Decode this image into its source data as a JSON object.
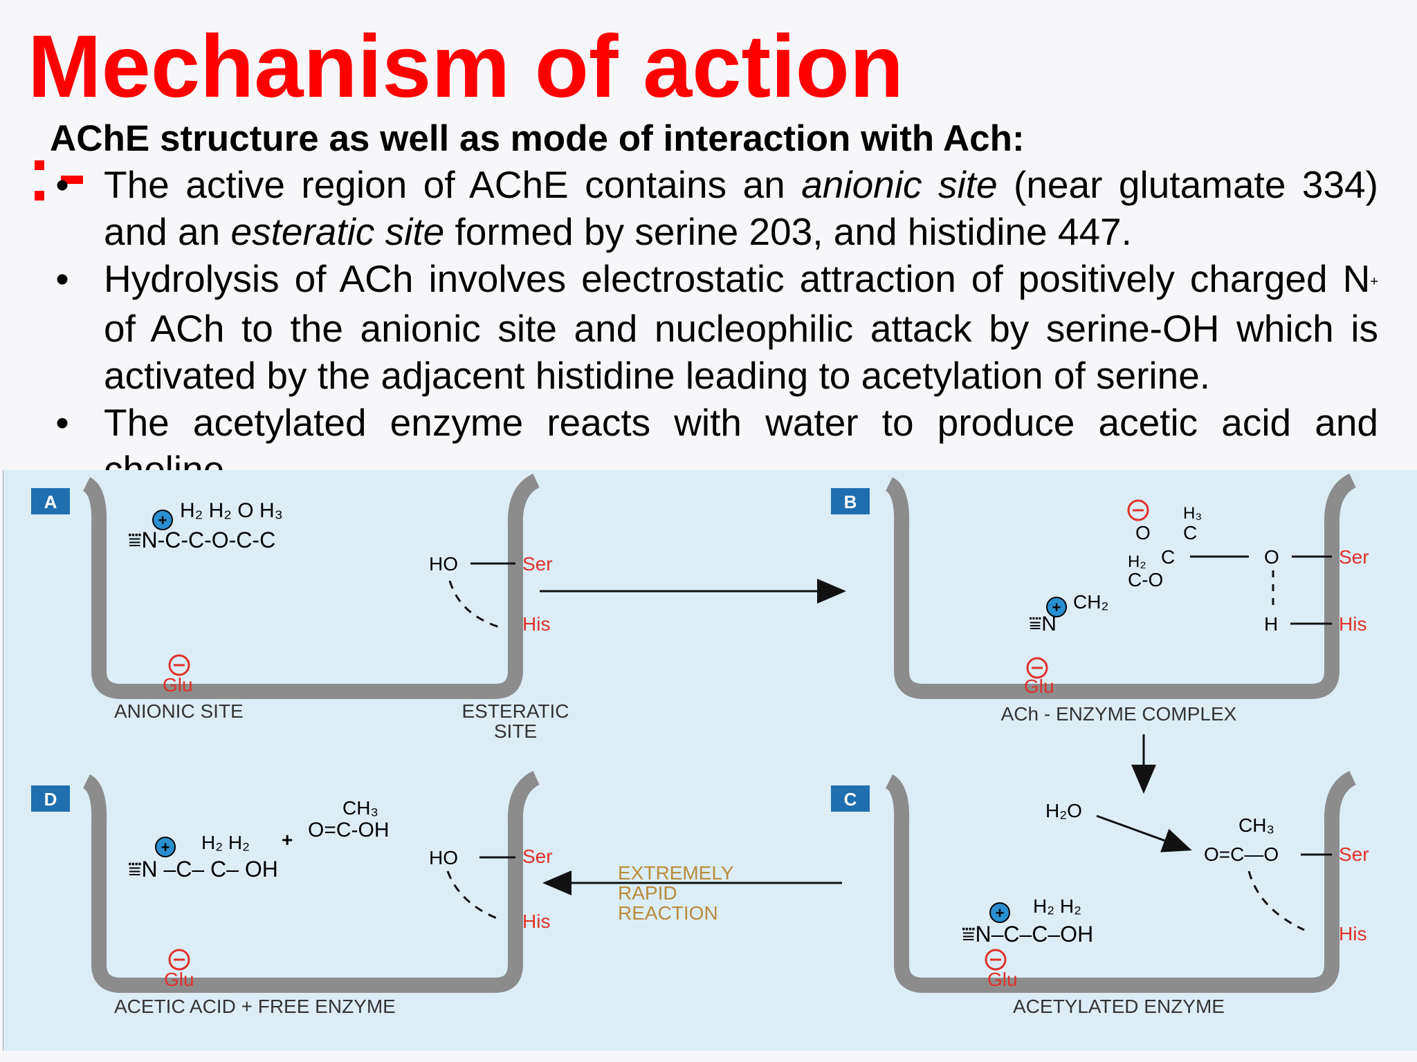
{
  "slide": {
    "title": "Mechanism of action",
    "subtitle": "AChE structure as well as mode of interaction with Ach:",
    "bullets": [
      {
        "parts": [
          {
            "text": "The active region of AChE contains an ",
            "style": "normal"
          },
          {
            "text": "anionic site",
            "style": "italic"
          },
          {
            "text": " (near glutamate 334) and an ",
            "style": "normal"
          },
          {
            "text": "esteratic site",
            "style": "italic"
          },
          {
            "text": " formed by serine 203, and histidine 447.",
            "style": "normal"
          }
        ]
      },
      {
        "parts": [
          {
            "text": "Hydrolysis of ACh involves electrostatic attraction of positively charged N",
            "style": "normal"
          },
          {
            "text": "+",
            "style": "sup"
          },
          {
            "text": " of ACh to the anionic site and nucleophilic attack by serine-OH which is activated by the adjacent histidine leading to acetylation of serine.",
            "style": "normal"
          }
        ]
      },
      {
        "parts": [
          {
            "text": "The acetylated enzyme reacts with water to produce acetic acid and choline.",
            "style": "normal"
          }
        ]
      }
    ],
    "bullet_symbol": "•"
  },
  "diagram": {
    "panels": {
      "A": {
        "badge": "A",
        "molecule": {
          "top": "H₂ H₂   O H₃",
          "main": "⩸N-C-C-O-C-C"
        },
        "ho": "HO",
        "ser": "Ser",
        "his": "His",
        "glu": "Glu",
        "caption_left": "ANIONIC SITE",
        "caption_right_1": "ESTERATIC",
        "caption_right_2": "SITE"
      },
      "B": {
        "badge": "B",
        "ser": "Ser",
        "his": "His",
        "glu": "Glu",
        "o": "O",
        "h": "H",
        "h3": "H₃",
        "c": "C",
        "h2": "H₂",
        "co": "C-O",
        "ch2": "CH₂",
        "n": "⩸N",
        "caption": "ACh - ENZYME COMPLEX"
      },
      "C": {
        "badge": "C",
        "water": "H₂O",
        "ch3": "CH₃",
        "ester": "O=C—O",
        "ser": "Ser",
        "his": "His",
        "glu": "Glu",
        "choline_top": "H₂ H₂",
        "choline_main": "⩸N–C–C–OH",
        "caption": "ACETYLATED ENZYME"
      },
      "D": {
        "badge": "D",
        "ch3": "CH₃",
        "acid": "O=C-OH",
        "choline_top": "H₂ H₂",
        "plus": "+",
        "choline_main": "⩸N –C– C– OH",
        "ho": "HO",
        "ser": "Ser",
        "his": "His",
        "glu": "Glu",
        "caption": "ACETIC ACID + FREE ENZYME"
      }
    },
    "reaction_label": [
      "EXTREMELY",
      "RAPID",
      "REACTION"
    ],
    "colors": {
      "background": "#dcedf6",
      "pocket": "#8c8c8c",
      "red_label": "#e0302a",
      "blue_badge": "#1f6fb0",
      "orange_label": "#b88b3a",
      "positive_circle": "#2a8fd0"
    }
  }
}
